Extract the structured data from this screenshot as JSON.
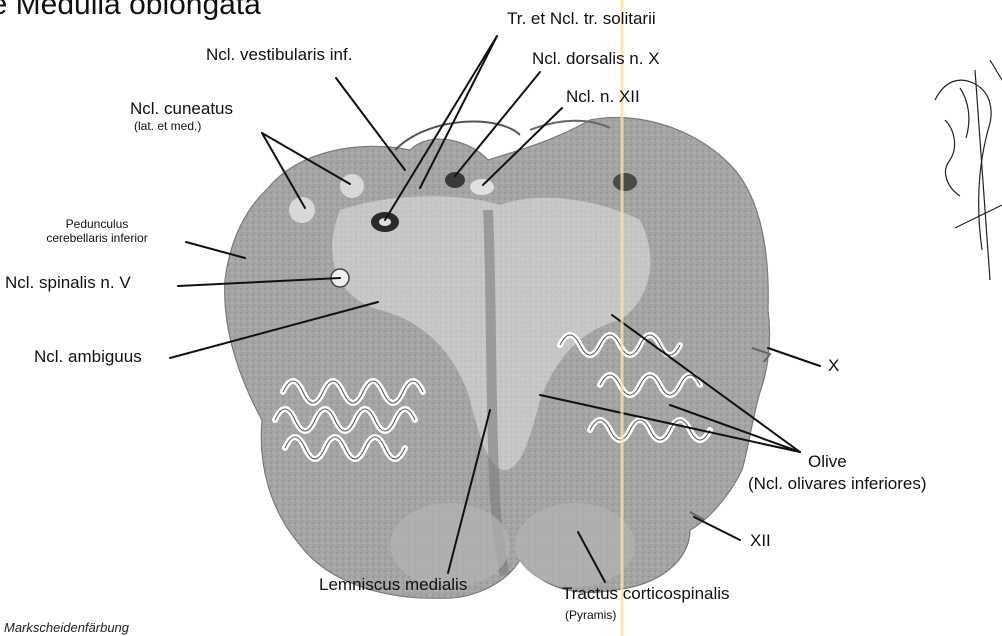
{
  "title": "le Medulla oblongata",
  "caption": "Markscheidenfärbung",
  "labels": {
    "tr_solitarii": "Tr. et Ncl. tr. solitarii",
    "vestibularis": "Ncl. vestibularis inf.",
    "dorsalis_x": "Ncl. dorsalis n. X",
    "ncl_xii": "Ncl. n. XII",
    "cuneatus": "Ncl. cuneatus",
    "cuneatus_sub": "(lat. et med.)",
    "pedunculus_1": "Pedunculus",
    "pedunculus_2": "cerebellaris inferior",
    "spinalis_v": "Ncl. spinalis n. V",
    "ambiguus": "Ncl. ambiguus",
    "nerve_x": "X",
    "olive": "Olive",
    "olive_sub": "(Ncl. olivares inferiores)",
    "nerve_xii": "XII",
    "lemniscus": "Lemniscus medialis",
    "tractus": "Tractus corticospinalis",
    "tractus_sub": "(Pyramis)"
  },
  "colors": {
    "tissue": "#9a9a9a",
    "tissue_light": "#c4c4c4",
    "olive_band": "#ffffff",
    "leader": "#111111",
    "scan_line": "#f3e7a0"
  }
}
